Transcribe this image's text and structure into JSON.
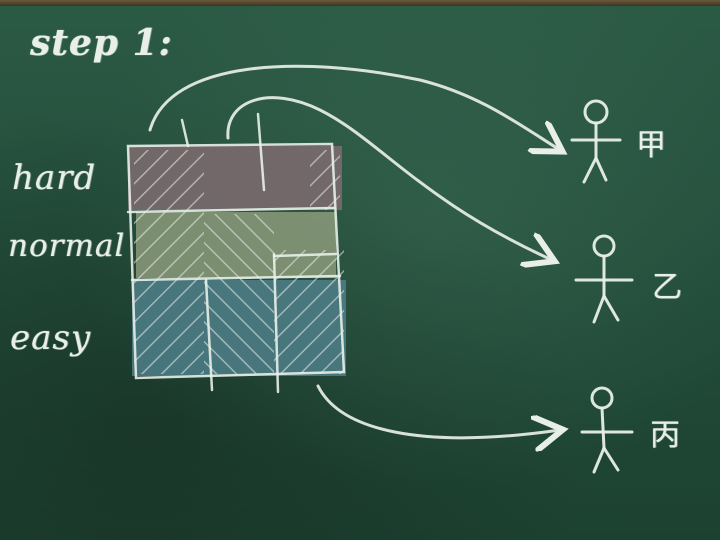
{
  "step_label": "step 1:",
  "levels": [
    {
      "label": "hard"
    },
    {
      "label": "normal"
    },
    {
      "label": "easy"
    }
  ],
  "people": [
    {
      "label": "甲"
    },
    {
      "label": "乙"
    },
    {
      "label": "丙"
    }
  ],
  "colors": {
    "board": "#234d3b",
    "chalk": "#e8efe9",
    "hard_band": "#7a6a6e",
    "normal_band": "#8c9a7a",
    "easy_band": "#4f7f8a"
  },
  "icons": [
    "stick-figure-icon",
    "arrow-icon"
  ]
}
